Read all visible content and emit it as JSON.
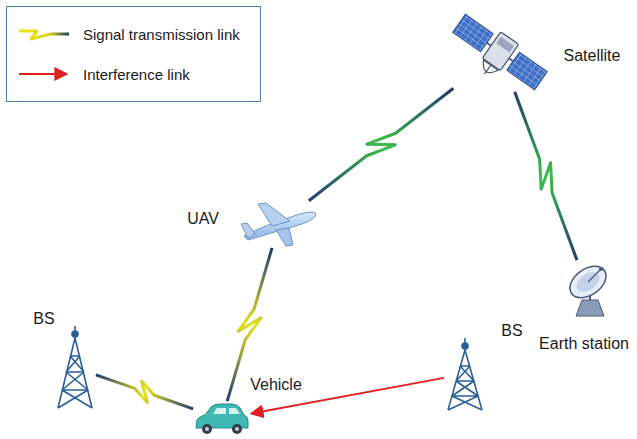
{
  "diagram": {
    "nodes": [
      {
        "text": [
          "Satellite"
        ]
      },
      {
        "text": [
          "UAV"
        ]
      },
      {
        "text": [
          "BS"
        ]
      },
      {
        "text": [
          "BS"
        ]
      },
      {
        "text": [
          "Earth station"
        ]
      },
      {
        "text": [
          "Vehicle"
        ]
      }
    ],
    "edges": [
      {
        "from": 0,
        "to": 1,
        "arrow": "none"
      },
      {
        "from": 0,
        "to": 4,
        "arrow": "none"
      },
      {
        "from": 1,
        "to": 5,
        "arrow": "none"
      },
      {
        "from": 2,
        "to": 5,
        "arrow": "none"
      },
      {
        "from": 3,
        "to": 5,
        "arrow": "to"
      }
    ],
    "legend": [
      {
        "text": "Signal transmission link"
      },
      {
        "text": "Interference link"
      }
    ]
  }
}
